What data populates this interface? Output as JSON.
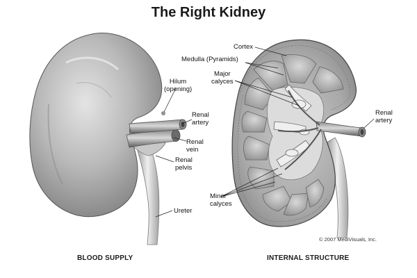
{
  "title": "The Right Kidney",
  "labels": {
    "hilum_line1": "Hilum",
    "hilum_line2": "(opening)",
    "renal_artery_left_1": "Renal",
    "renal_artery_left_2": "artery",
    "renal_vein_1": "Renal",
    "renal_vein_2": "vein",
    "renal_pelvis_1": "Renal",
    "renal_pelvis_2": "pelvis",
    "ureter": "Ureter",
    "cortex": "Cortex",
    "medulla": "Medulla (Pyramids)",
    "major_calyces_1": "Major",
    "major_calyces_2": "calyces",
    "renal_artery_right_1": "Renal",
    "renal_artery_right_2": "artery",
    "minor_calyces_1": "Minor",
    "minor_calyces_2": "calyces"
  },
  "captions": {
    "left": "BLOOD SUPPLY",
    "right": "INTERNAL STRUCTURE"
  },
  "copyright": "© 2007 MediVisuals, Inc."
}
